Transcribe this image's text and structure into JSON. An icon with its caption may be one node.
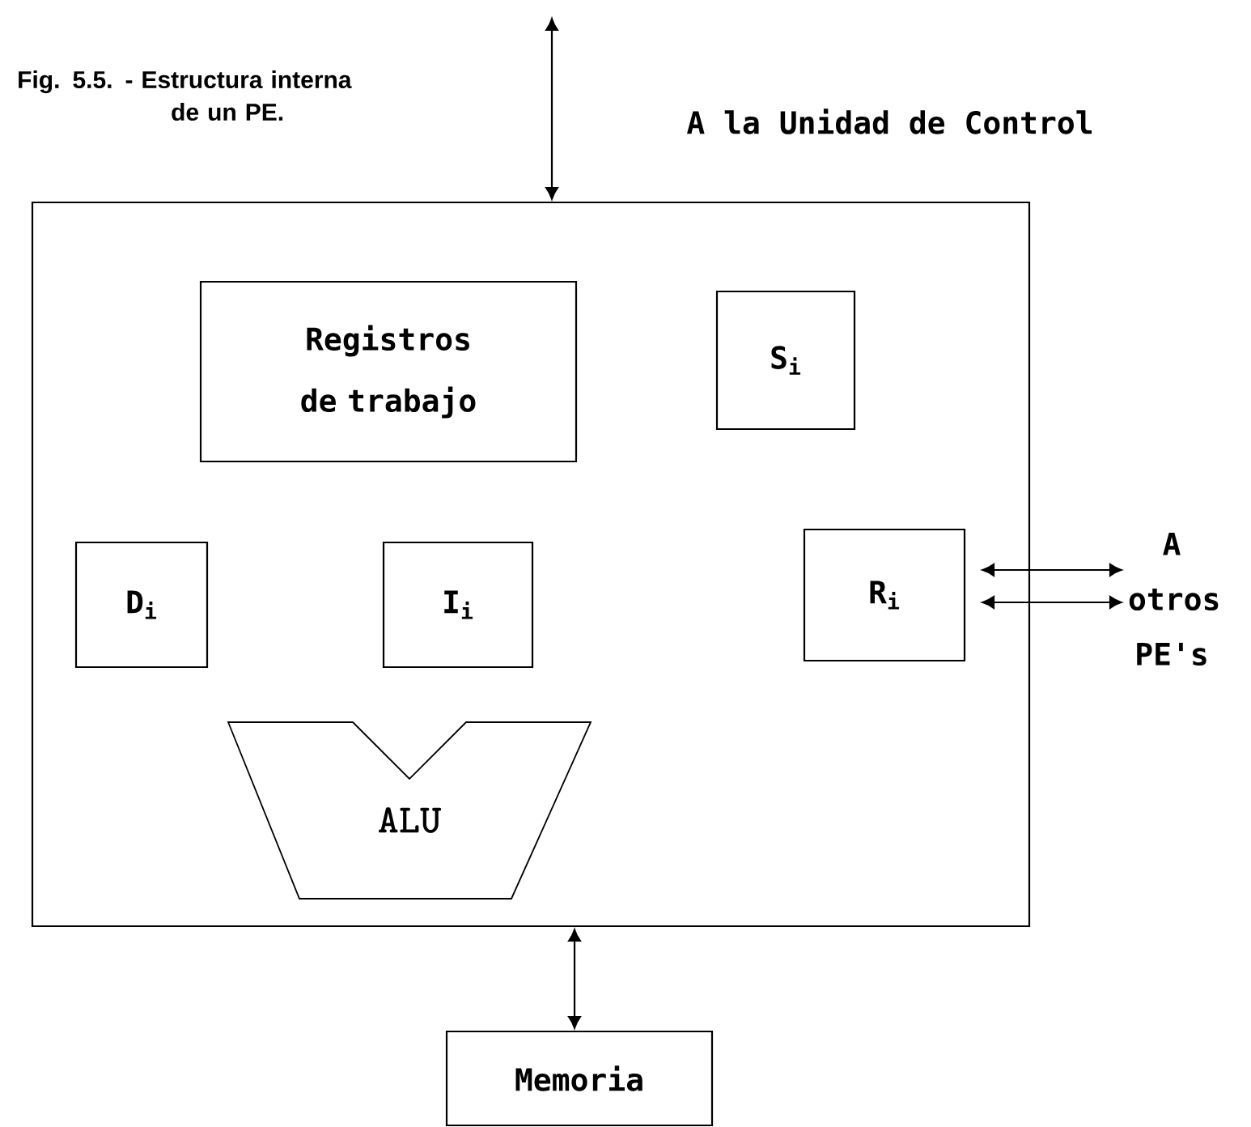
{
  "diagram": {
    "caption": "Fig. 5.5. - Estructura interna de un PE.",
    "nodes": [
      {
        "text": [],
        "shape": "box"
      },
      {
        "text": [
          "Registros de trabajo"
        ],
        "in": 0
      },
      {
        "text": [
          "S$_{i}$"
        ],
        "in": 0
      },
      {
        "text": [
          "D$_{i}$"
        ],
        "in": 0
      },
      {
        "text": [
          "I$_{i}$"
        ],
        "in": 0
      },
      {
        "text": [
          "R$_{i}$"
        ],
        "in": 0
      },
      {
        "text": [
          "ALU"
        ],
        "in": 0
      },
      {
        "text": [
          "Memoria"
        ]
      },
      {
        "text": [
          "A otros PE's"
        ]
      }
    ],
    "edges": [
      {
        "from": null,
        "to": 0,
        "arrow": "both"
      },
      {
        "from": 5,
        "to": 8,
        "arrow": "both"
      },
      {
        "from": 5,
        "to": 8,
        "arrow": "both"
      },
      {
        "from": 0,
        "to": 7,
        "arrow": "both"
      }
    ],
    "labels": [
      "A la Unidad de Control"
    ]
  }
}
